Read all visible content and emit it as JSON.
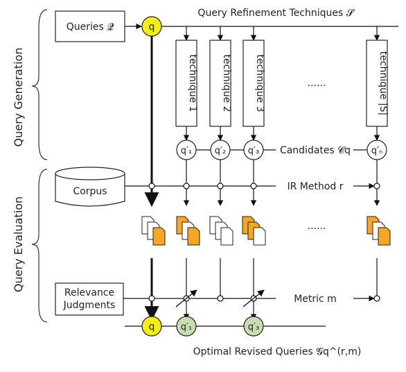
{
  "sections": {
    "generation": "Query Generation",
    "evaluation": "Query Evaluation"
  },
  "queries_box": "Queries 𝓠",
  "techniques_title": "Query Refinement Techniques 𝓢",
  "techniques": [
    "technique 1",
    "technique 2",
    "technique 3",
    "technique |S|"
  ],
  "ellipsis": "......",
  "q_label": "q",
  "candidates": [
    "q′₁",
    "q′₂",
    "q′₃",
    "q′ₙ"
  ],
  "candidates_label": "Candidates 𝓒q",
  "corpus_label": "Corpus",
  "ir_method_label": "IR Method r",
  "relevance_label_line1": "Relevance",
  "relevance_label_line2": "Judgments",
  "metric_label": "Metric m",
  "optimal": [
    "q",
    "q′₁",
    "q′₃"
  ],
  "optimal_label": "Optimal Revised Queries 𝓖q^(r,m)",
  "colors": {
    "yellow": "#f5ec1b",
    "green": "#c9dbb0",
    "doc_orange": "#f5a623"
  }
}
